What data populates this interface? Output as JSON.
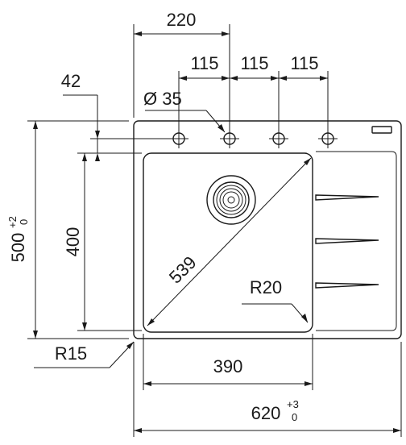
{
  "diagram": {
    "dimensions": {
      "top_width": "220",
      "spacing_1": "115",
      "spacing_2": "115",
      "spacing_3": "115",
      "offset": "42",
      "hole_diameter": "Ø 35",
      "height_total": "500",
      "height_total_tol_plus": "+2",
      "height_total_tol_minus": "0",
      "bowl_height": "400",
      "diagonal": "539",
      "corner_radius": "R20",
      "outer_radius": "R15",
      "bowl_width": "390",
      "width_total": "620",
      "width_total_tol_plus": "+3",
      "width_total_tol_minus": "0"
    },
    "colors": {
      "line": "#1a1a1a",
      "background": "#ffffff"
    }
  }
}
